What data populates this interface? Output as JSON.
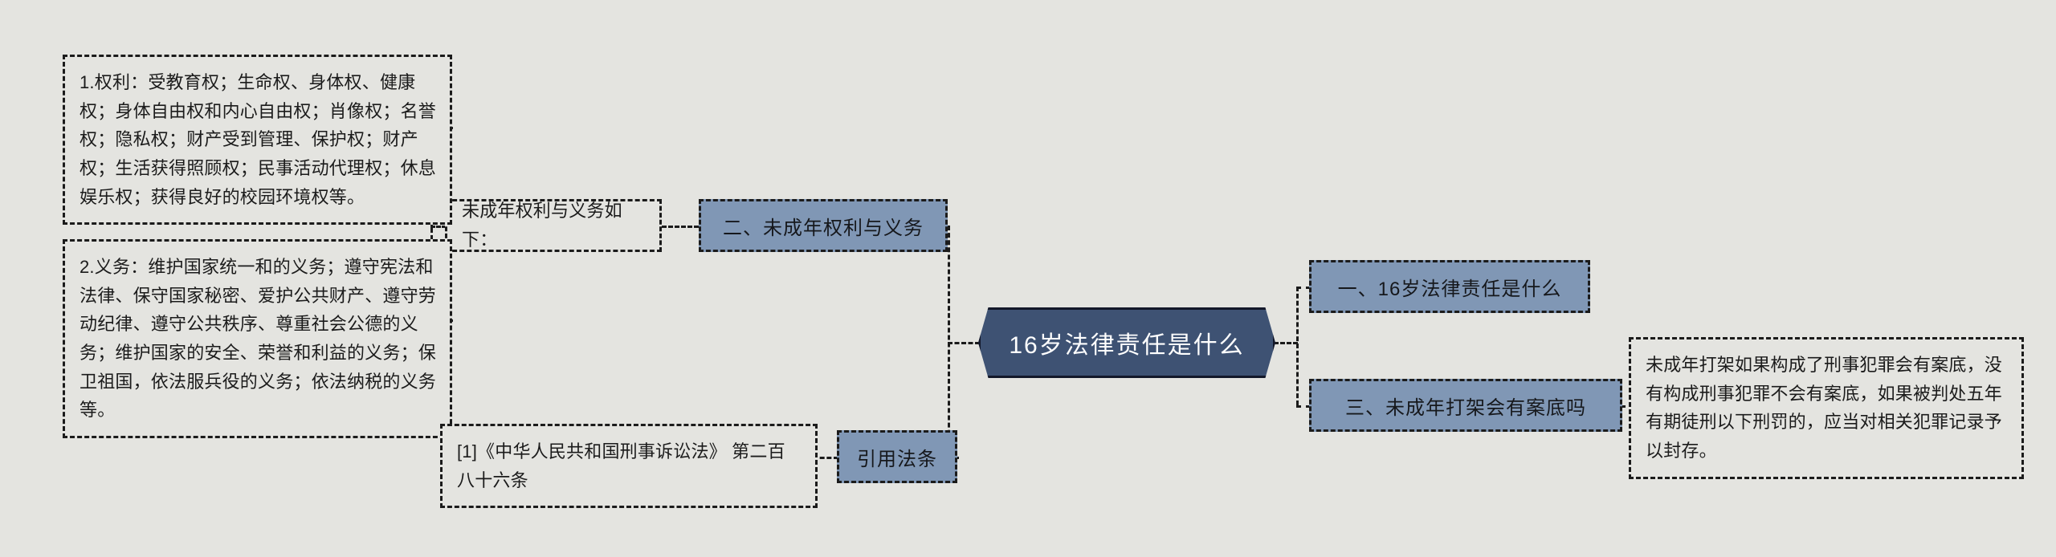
{
  "diagram": {
    "type": "mind-map",
    "title": "16岁法律责任是什么",
    "background_color": "#e4e4e0",
    "root_color": "#3e5273",
    "branch_color": "#8097b5",
    "line_color": "#1b1b1b"
  },
  "root": {
    "label": "16岁法律责任是什么"
  },
  "branches": [
    {
      "id": "what-is",
      "label": "一、16岁法律责任是什么"
    },
    {
      "id": "rights-duties",
      "label": "二、未成年权利与义务"
    },
    {
      "id": "case-record",
      "label": "三、未成年打架会有案底吗"
    },
    {
      "id": "law-ref",
      "label": "引用法条"
    }
  ],
  "leaves": {
    "rights_duties_intro": "未成年权利与义务如下：",
    "rights": "1.权利：受教育权；生命权、身体权、健康权；身体自由权和内心自由权；肖像权；名誉权；隐私权；财产受到管理、保护权；财产权；生活获得照顾权；民事活动代理权；休息娱乐权；获得良好的校园环境权等。",
    "duties": "2.义务：维护国家统一和的义务；遵守宪法和法律、保守国家秘密、爱护公共财产、遵守劳动纪律、遵守公共秩序、尊重社会公德的义务；维护国家的安全、荣誉和利益的义务；保卫祖国，依法服兵役的义务；依法纳税的义务等。",
    "law_reference": "[1]《中华人民共和国刑事诉讼法》 第二百八十六条",
    "fight_answer": "未成年打架如果构成了刑事犯罪会有案底，没有构成刑事犯罪不会有案底，如果被判处五年有期徒刑以下刑罚的，应当对相关犯罪记录予以封存。"
  }
}
